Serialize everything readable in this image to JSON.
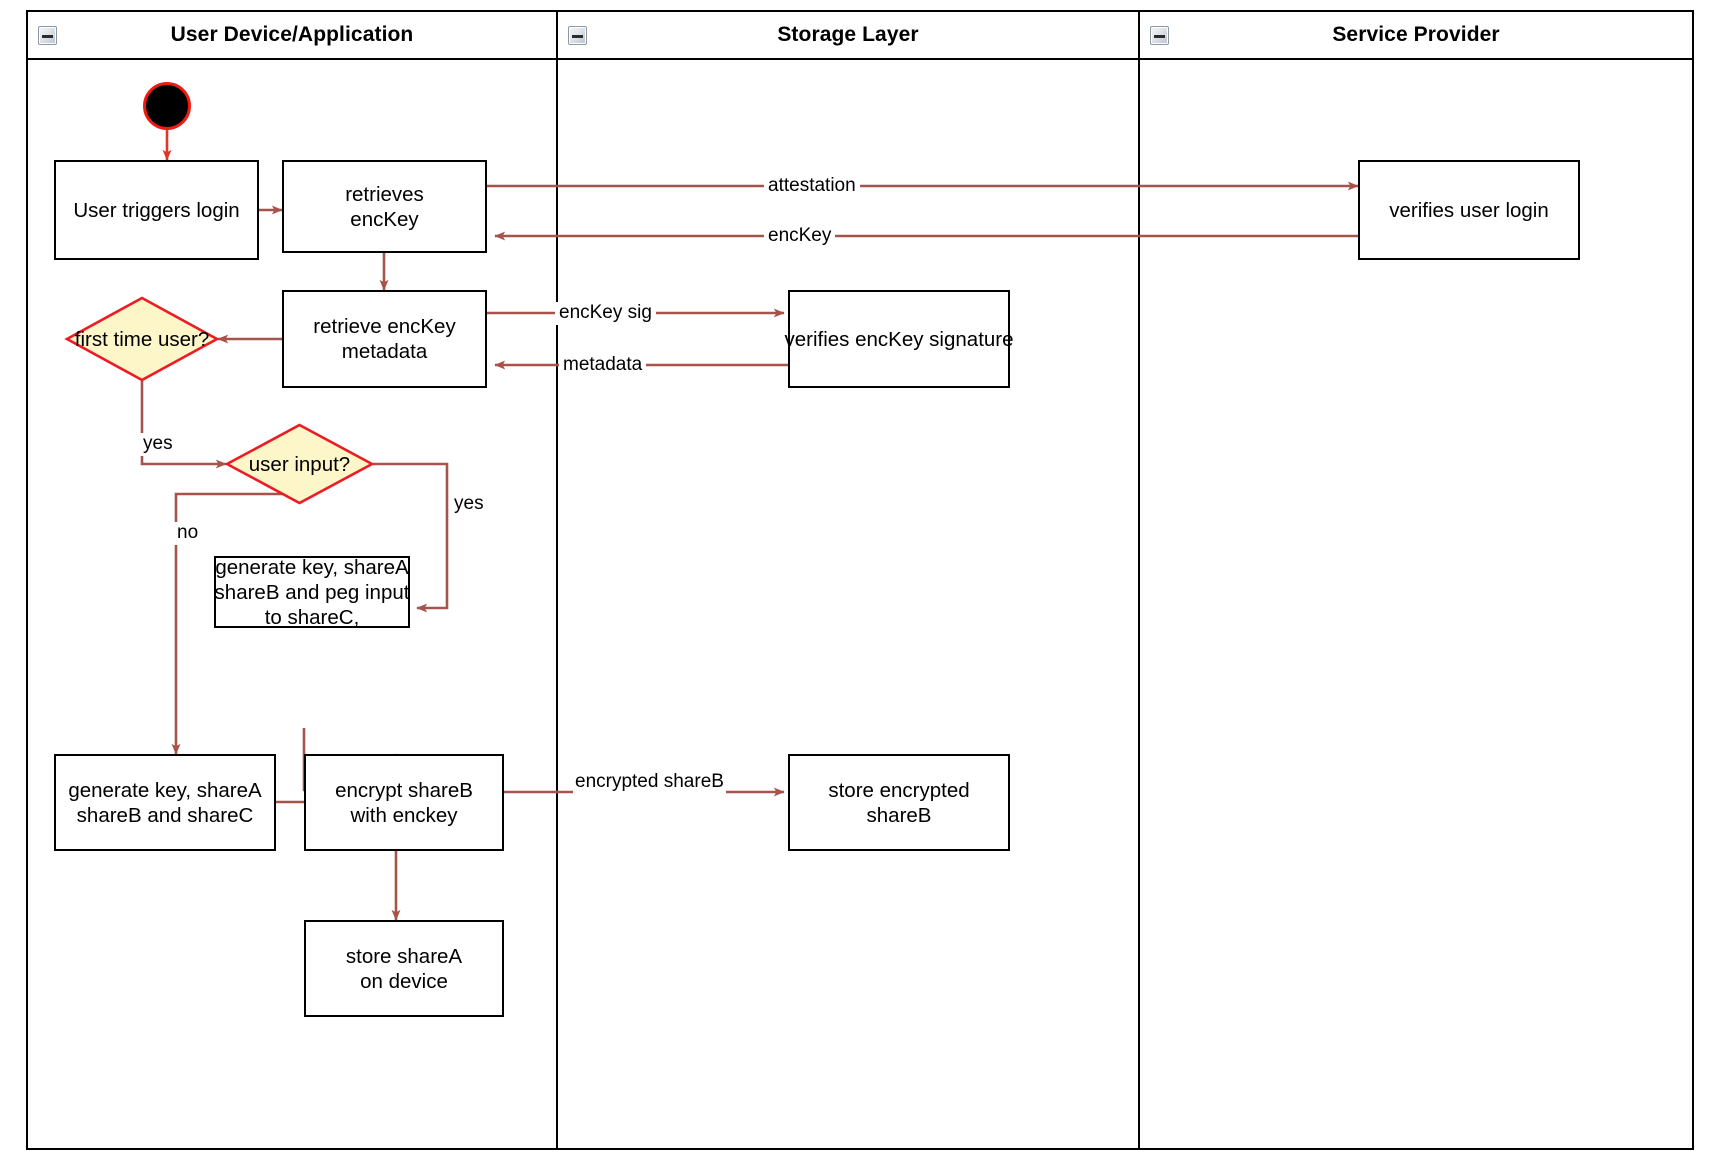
{
  "diagram": {
    "type": "uml-activity-swimlane",
    "colors": {
      "edge": "#a6544b",
      "start_ring": "#f01b10",
      "start_fill": "#000000",
      "decision_fill": "#fdf6c8",
      "decision_stroke": "#ed1c24",
      "node_stroke": "#000000",
      "node_fill": "#ffffff",
      "lane_border": "#000000",
      "background": "#ffffff"
    },
    "lanes": [
      {
        "id": "user-device",
        "label": "User Device/Application",
        "collapse_icon": "minus-icon"
      },
      {
        "id": "storage-layer",
        "label": "Storage Layer",
        "collapse_icon": "minus-icon"
      },
      {
        "id": "service-provider",
        "label": "Service Provider",
        "collapse_icon": "minus-icon"
      }
    ],
    "nodes": [
      {
        "id": "start",
        "lane": "user-device",
        "kind": "initial-node",
        "label": ""
      },
      {
        "id": "user-triggers-login",
        "lane": "user-device",
        "kind": "action",
        "label": "User triggers login"
      },
      {
        "id": "retrieves-enckey",
        "lane": "user-device",
        "kind": "action",
        "line1": "retrieves",
        "line2": "encKey"
      },
      {
        "id": "retrieve-enckey-metadata",
        "lane": "user-device",
        "kind": "action",
        "line1": "retrieve encKey",
        "line2": "metadata"
      },
      {
        "id": "first-time-user",
        "lane": "user-device",
        "kind": "decision",
        "line1": "first time",
        "line2": "user?"
      },
      {
        "id": "user-input",
        "lane": "user-device",
        "kind": "decision",
        "line1": "user input?"
      },
      {
        "id": "generate-peg",
        "lane": "user-device",
        "kind": "action",
        "line1": "generate key, shareA",
        "line2": "shareB and peg input",
        "line3": "to shareC,"
      },
      {
        "id": "generate-shares",
        "lane": "user-device",
        "kind": "action",
        "line1": "generate key, shareA",
        "line2": "shareB and shareC"
      },
      {
        "id": "encrypt-shareb",
        "lane": "user-device",
        "kind": "action",
        "line1": "encrypt shareB",
        "line2": "with enckey"
      },
      {
        "id": "store-sharea",
        "lane": "user-device",
        "kind": "action",
        "line1": "store shareA",
        "line2": "on device"
      },
      {
        "id": "verifies-enckey-signature",
        "lane": "storage-layer",
        "kind": "action",
        "label": "verifies encKey signature"
      },
      {
        "id": "store-encrypted-shareb",
        "lane": "storage-layer",
        "kind": "action",
        "line1": "store encrypted",
        "line2": "shareB"
      },
      {
        "id": "verifies-user-login",
        "lane": "service-provider",
        "kind": "action",
        "label": "verifies user login"
      }
    ],
    "edges": [
      {
        "id": "e-start",
        "from": "start",
        "to": "user-triggers-login",
        "label": ""
      },
      {
        "id": "e-login-retrieve",
        "from": "user-triggers-login",
        "to": "retrieves-enckey",
        "label": ""
      },
      {
        "id": "e-attestation",
        "from": "retrieves-enckey",
        "to": "verifies-user-login",
        "label": "attestation"
      },
      {
        "id": "e-enckey-back",
        "from": "verifies-user-login",
        "to": "retrieves-enckey",
        "label": "encKey"
      },
      {
        "id": "e-retrieve-meta",
        "from": "retrieves-enckey",
        "to": "retrieve-enckey-metadata",
        "label": ""
      },
      {
        "id": "e-enckey-sig",
        "from": "retrieve-enckey-metadata",
        "to": "verifies-enckey-signature",
        "label": "encKey sig"
      },
      {
        "id": "e-metadata",
        "from": "verifies-enckey-signature",
        "to": "retrieve-enckey-metadata",
        "label": "metadata"
      },
      {
        "id": "e-meta-first",
        "from": "retrieve-enckey-metadata",
        "to": "first-time-user",
        "label": ""
      },
      {
        "id": "e-first-yes",
        "from": "first-time-user",
        "to": "user-input",
        "label": "yes"
      },
      {
        "id": "e-input-yes",
        "from": "user-input",
        "to": "generate-peg",
        "label": "yes"
      },
      {
        "id": "e-input-no",
        "from": "user-input",
        "to": "generate-shares",
        "label": "no"
      },
      {
        "id": "e-peg-encrypt",
        "from": "generate-peg",
        "to": "encrypt-shareb",
        "label": ""
      },
      {
        "id": "e-shares-encrypt",
        "from": "generate-shares",
        "to": "encrypt-shareb",
        "label": ""
      },
      {
        "id": "e-encrypted-shareb",
        "from": "encrypt-shareb",
        "to": "store-encrypted-shareb",
        "line1": "encrypted",
        "line2": "shareB"
      },
      {
        "id": "e-store-sharea",
        "from": "encrypt-shareb",
        "to": "store-sharea",
        "label": ""
      }
    ]
  }
}
